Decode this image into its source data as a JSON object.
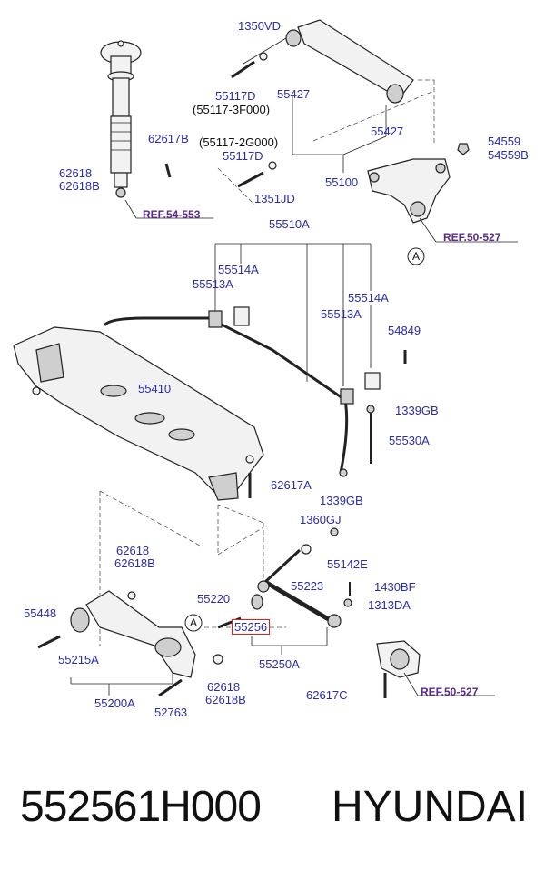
{
  "part_number": "552561H000",
  "brand": "HYUNDAI",
  "labels": {
    "l1350VD": "1350VD",
    "l55117D_a": "55117D",
    "l55117_3F000": "(55117-3F000)",
    "l55427_a": "55427",
    "l55427_b": "55427",
    "l55117_2G000": "(55117-2G000)",
    "l55117D_b": "55117D",
    "l62617B": "62617B",
    "l62618_a": "62618",
    "l62618B_a": "62618B",
    "l1351JD": "1351JD",
    "l55100": "55100",
    "l54559": "54559",
    "l54559B": "54559B",
    "ref54553": "REF.54-553",
    "ref50527_a": "REF.50-527",
    "l55510A": "55510A",
    "l55514A_a": "55514A",
    "l55513A_a": "55513A",
    "l55514A_b": "55514A",
    "l55513A_b": "55513A",
    "l54849": "54849",
    "l55410": "55410",
    "l1339GB_a": "1339GB",
    "l55530A": "55530A",
    "l62617A": "62617A",
    "l1339GB_b": "1339GB",
    "l1360GJ": "1360GJ",
    "l55142E": "55142E",
    "l62618_b": "62618",
    "l62618B_b": "62618B",
    "l55223": "55223",
    "l1430BF": "1430BF",
    "l55220": "55220",
    "l1313DA": "1313DA",
    "l55448": "55448",
    "l55256": "55256",
    "l55215A": "55215A",
    "l55250A": "55250A",
    "l62618_c": "62618",
    "l62618B_c": "62618B",
    "l62617C": "62617C",
    "ref50527_b": "REF.50-527",
    "l55200A": "55200A",
    "l52763": "52763",
    "circleA_1": "A",
    "circleA_2": "A"
  },
  "colors": {
    "label": "#2b2bb0",
    "ref": "#5b2a8a",
    "highlight": "#e0201a"
  }
}
